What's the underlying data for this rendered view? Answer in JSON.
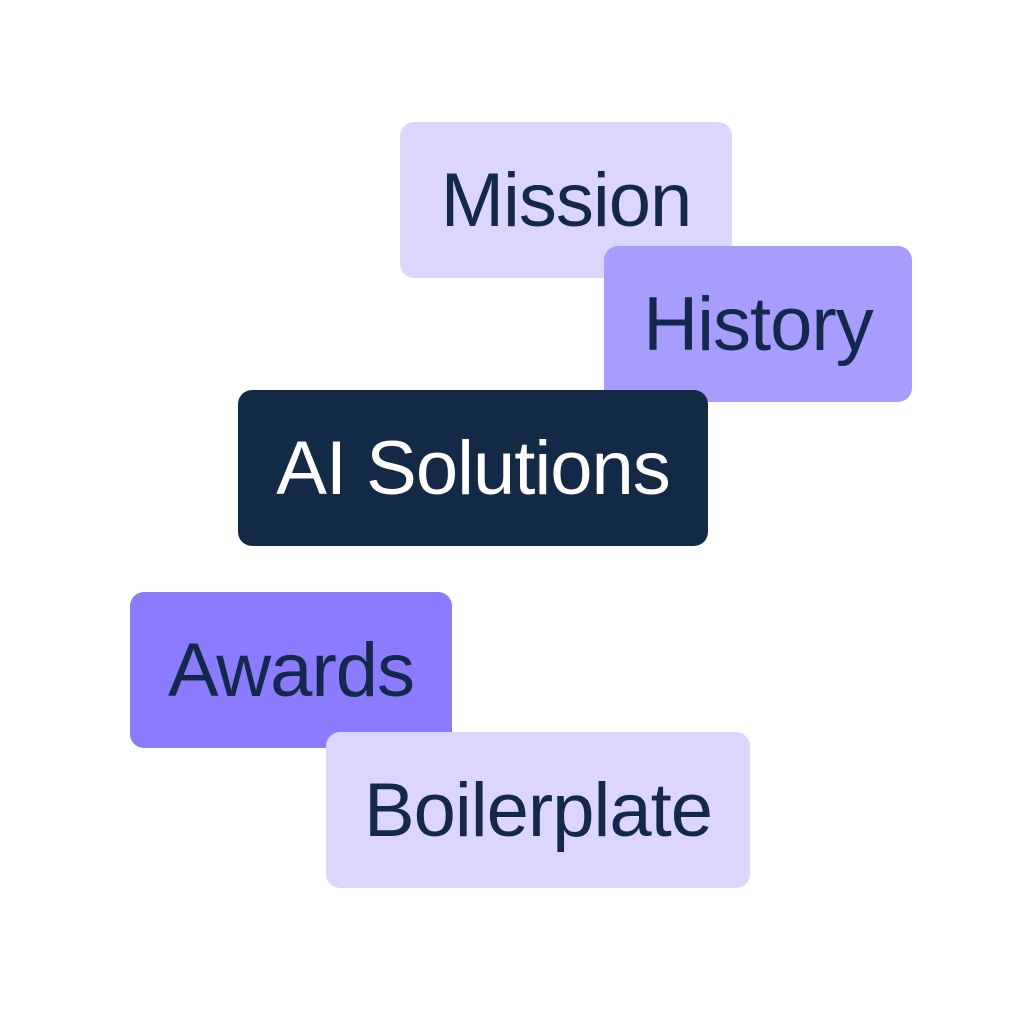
{
  "tags": [
    {
      "id": "mission",
      "label": "Mission",
      "color": "#dcd6ff"
    },
    {
      "id": "history",
      "label": "History",
      "color": "#a79dff"
    },
    {
      "id": "ai-solutions",
      "label": "AI Solutions",
      "color": "#132a46"
    },
    {
      "id": "awards",
      "label": "Awards",
      "color": "#8b7bff"
    },
    {
      "id": "boilerplate",
      "label": "Boilerplate",
      "color": "#dcd6ff"
    }
  ],
  "colors": {
    "background": "#ffffff",
    "text_dark": "#13294b",
    "text_light": "#ffffff"
  }
}
